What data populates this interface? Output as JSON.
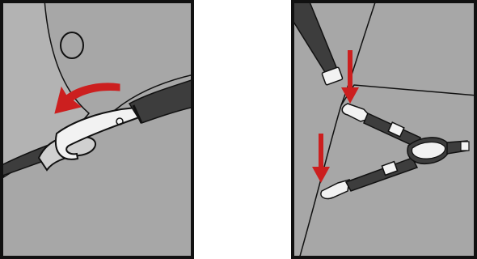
{
  "figure": {
    "panels": [
      {
        "id": "left",
        "description_items": [
          "strap-hook",
          "attach-arrow",
          "ring-loop",
          "strap-band"
        ]
      },
      {
        "id": "right",
        "description_items": [
          "vertical-strap",
          "buckle",
          "arrow-upper",
          "arrow-lower",
          "y-harness",
          "shoulder-pad"
        ]
      }
    ],
    "colors": {
      "background_gray": "#a7a7a7",
      "outline": "#111111",
      "strap_dark": "#3d3d3d",
      "arrow_red": "#cc1f1f",
      "metal_white": "#f2f2f2"
    }
  }
}
